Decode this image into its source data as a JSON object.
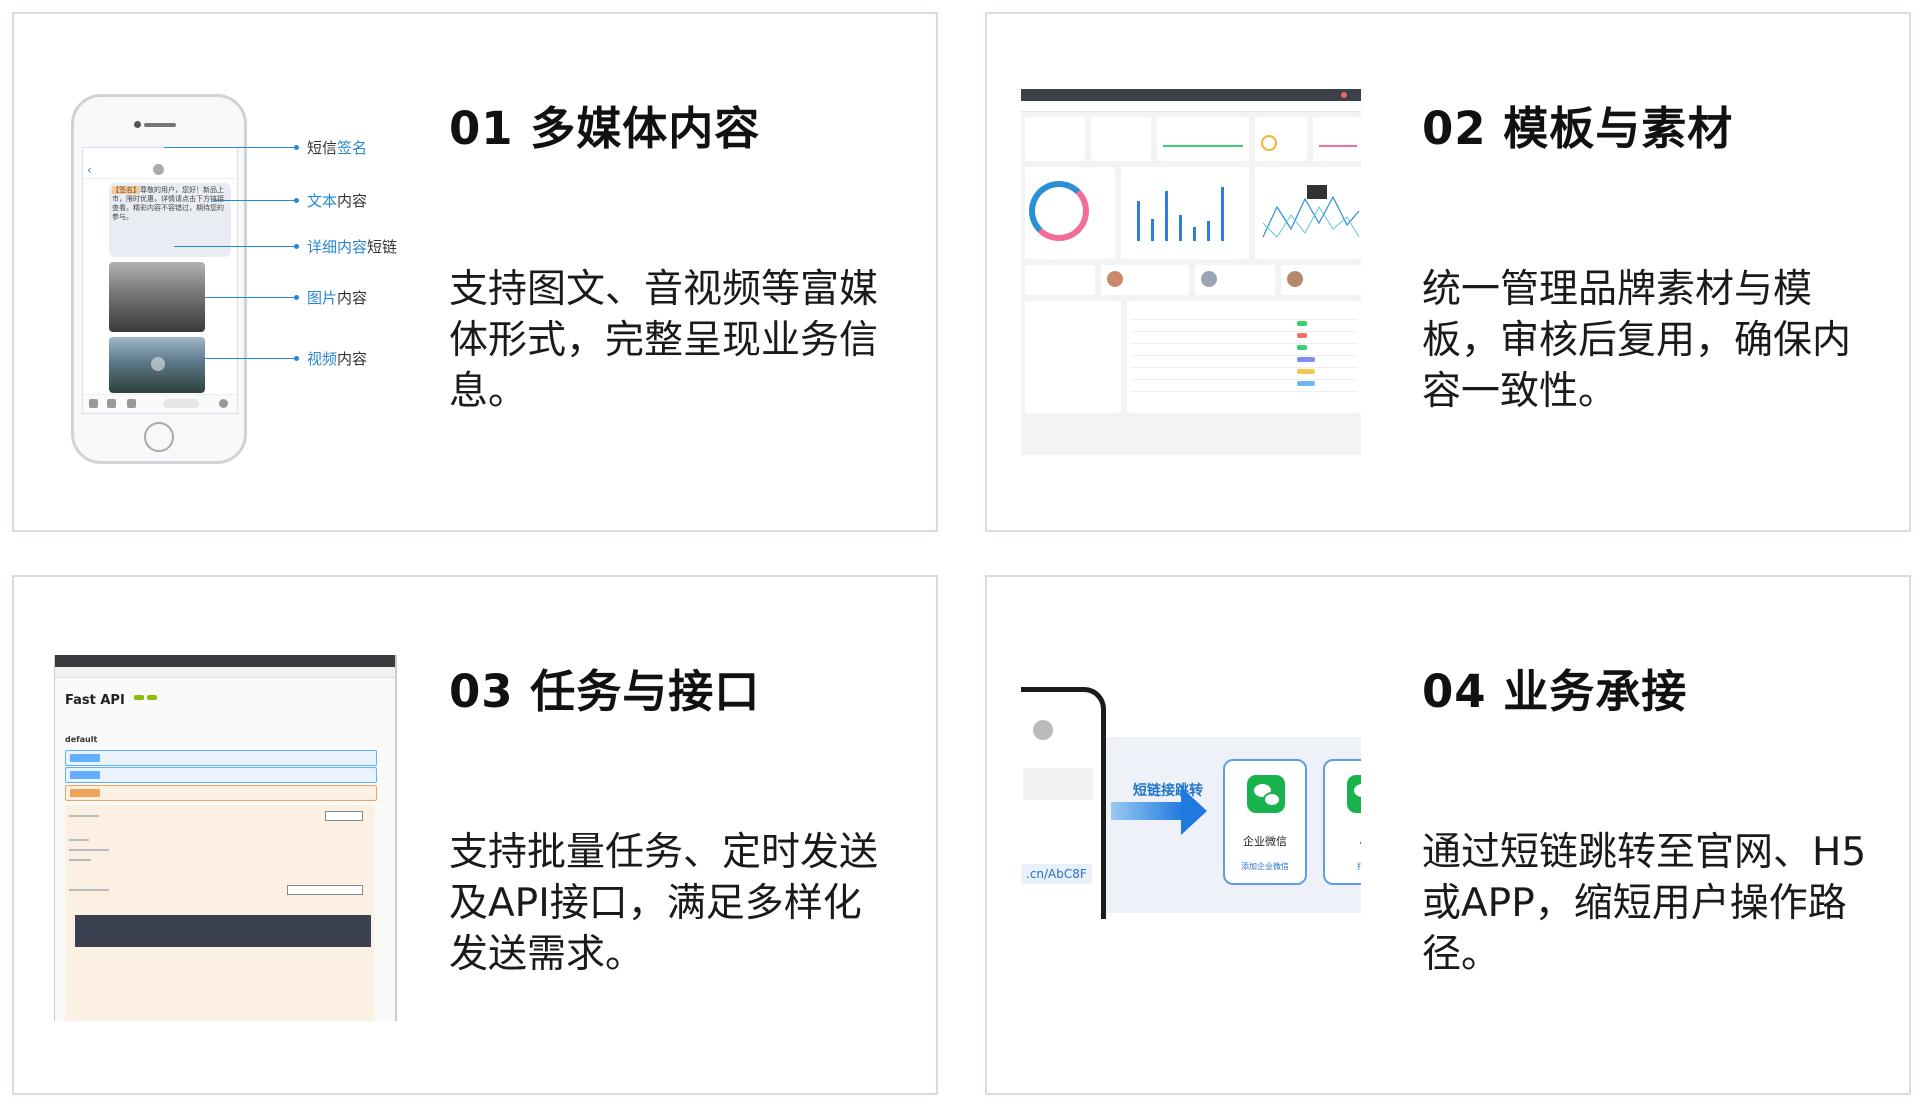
{
  "cards": [
    {
      "title": "01 多媒体内容",
      "desc": "支持图文、音视频等富媒体形式，完整呈现业务信息。",
      "annotations": {
        "signature": {
          "a": "短信",
          "b": "签名"
        },
        "text": {
          "a": "文本",
          "b": "内容"
        },
        "detail": {
          "a": "详细内容",
          "b": "短链"
        },
        "image": {
          "a": "图片",
          "b": "内容"
        },
        "video": {
          "a": "视频",
          "b": "内容"
        }
      },
      "phone_message": {
        "highlight": "【签名】",
        "body": "尊敬的用户，您好！新品上市，限时优惠，详情请点击下方链接查看。精彩内容不容错过，期待您的参与。"
      }
    },
    {
      "title": "02 模板与素材",
      "desc": "统一管理品牌素材与模板，审核后复用，确保内容一致性。"
    },
    {
      "title": "03 任务与接口",
      "desc": "支持批量任务、定时发送及API接口，满足多样化发送需求。",
      "api_title": "Fast API",
      "api_section": "default"
    },
    {
      "title": "04 业务承接",
      "desc": "通过短链跳转至官网、H5或APP，缩短用户操作路径。",
      "short_link": ".cn/AbC8F",
      "arrow_label": "短链接跳转",
      "app_name": "企业微信",
      "app_button": "添加企业微信",
      "app2_name": "小",
      "app2_button": "打开"
    }
  ],
  "colors": {
    "accent": "#2787d1",
    "card_border": "#d5dbe9",
    "wechat_green": "#18b34d"
  }
}
